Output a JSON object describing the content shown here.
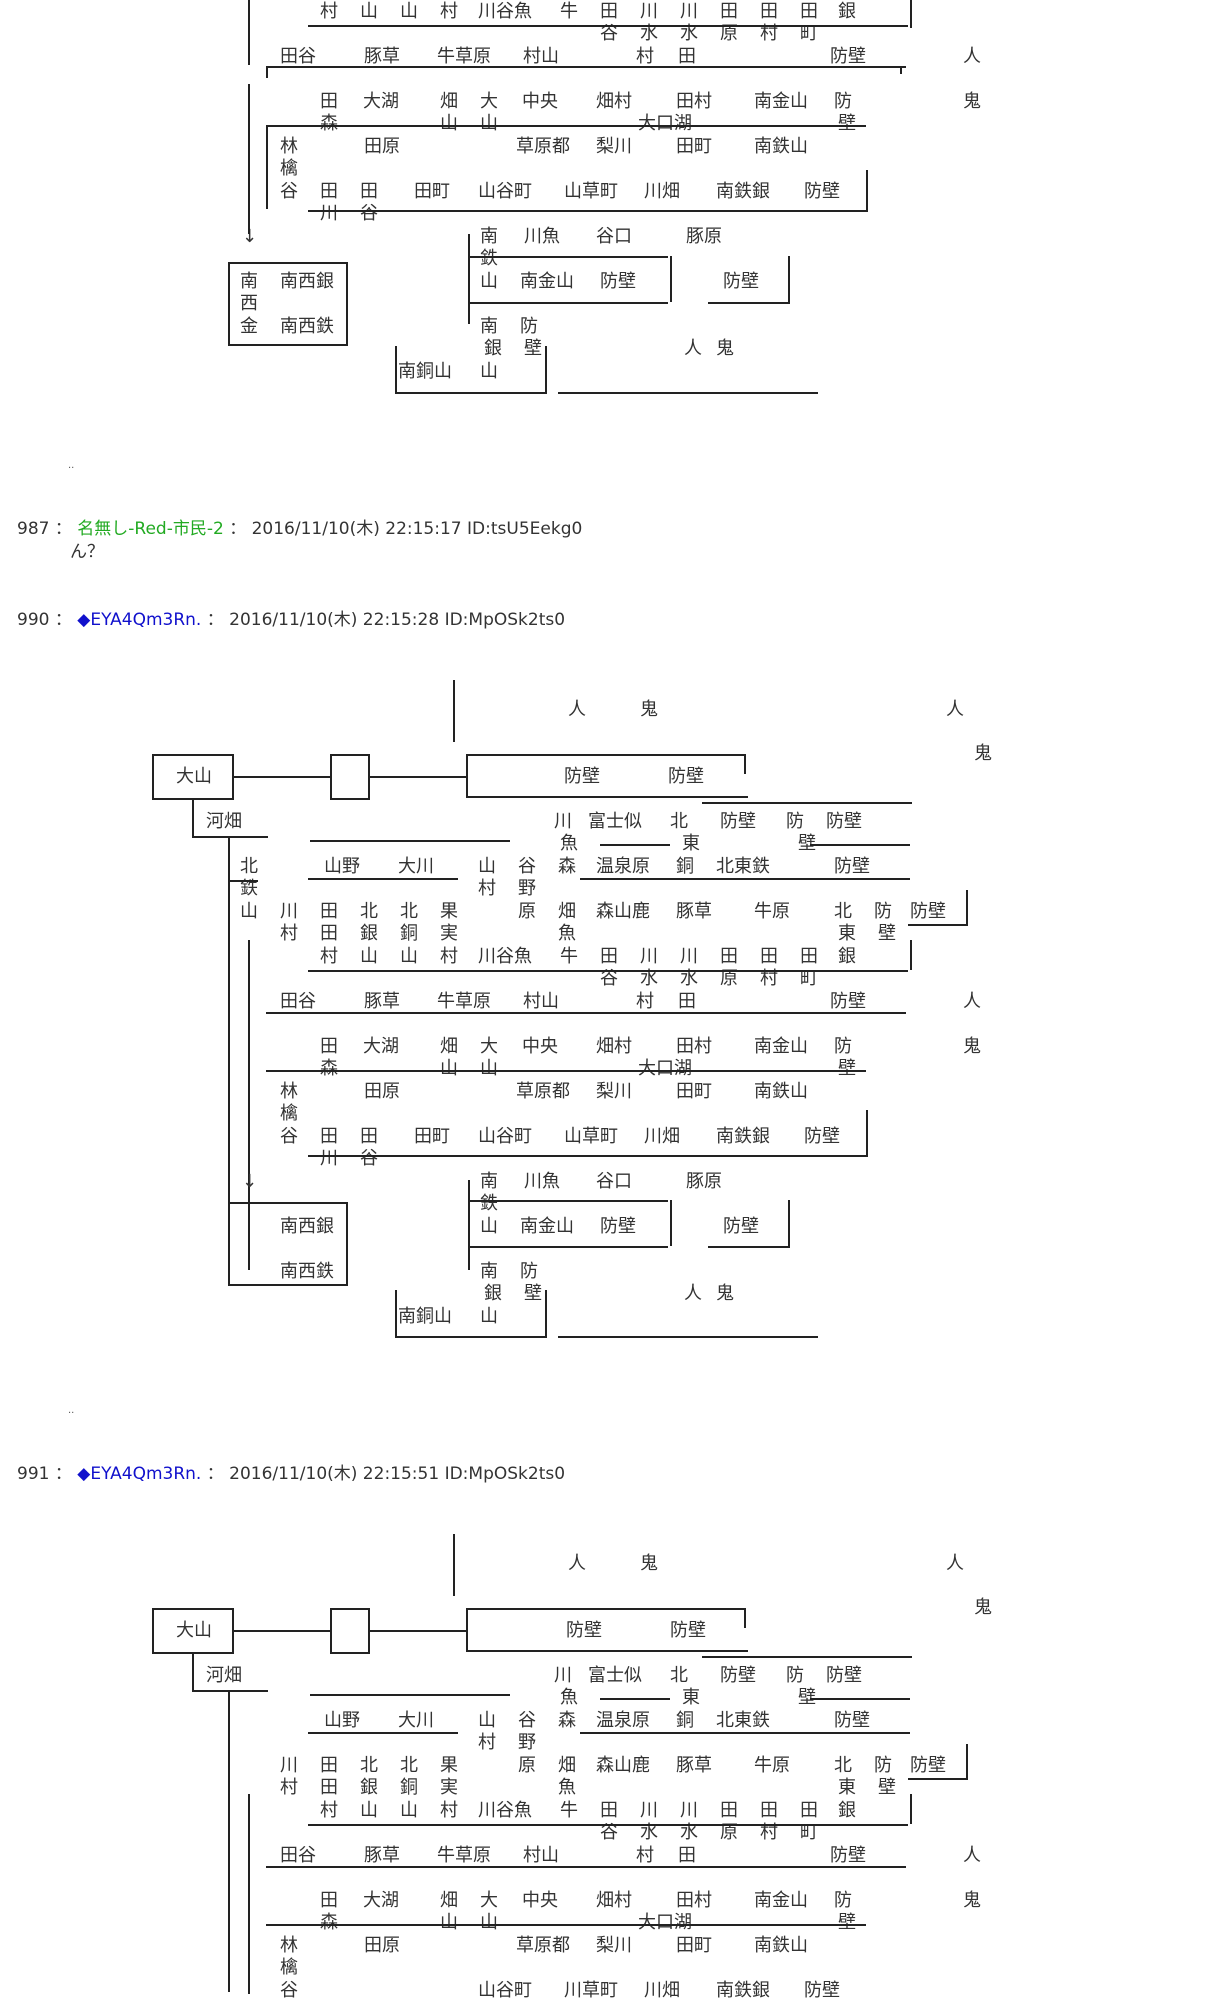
{
  "posts": [
    {
      "number": "987",
      "separator": "：",
      "name": "名無し-Red-市民-2",
      "name_color": "#22aa22",
      "colon": "：",
      "datetime": "2016/11/10(木) 22:15:17",
      "id": "ID:tsU5Eekg0",
      "body": "ん？"
    },
    {
      "number": "990",
      "separator": "：",
      "name": "◆EYA4Qm3Rn.",
      "name_color": "#1010cc",
      "colon": "：",
      "datetime": "2016/11/10(木) 22:15:28",
      "id": "ID:MpOSk2ts0",
      "body": ""
    },
    {
      "number": "991",
      "separator": "：",
      "name": "◆EYA4Qm3Rn.",
      "name_color": "#1010cc",
      "colon": "：",
      "datetime": "2016/11/10(木) 22:15:51",
      "id": "ID:MpOSk2ts0",
      "body": ""
    }
  ],
  "ellipsis": "..",
  "map_top_partial": {
    "labels": [
      "村",
      "山",
      "山",
      "村",
      "川谷魚",
      "牛",
      "田",
      "川",
      "川",
      "田",
      "田",
      "田",
      "銀",
      "谷",
      "水",
      "水",
      "原",
      "村",
      "町",
      "田谷",
      "豚草",
      "牛草原",
      "村山",
      "村",
      "田",
      "防壁",
      "人",
      "田",
      "大湖",
      "畑",
      "大",
      "中央",
      "畑村",
      "田村",
      "南金山",
      "防",
      "鬼",
      "森",
      "山",
      "山",
      "大口湖",
      "壁",
      "林",
      "田原",
      "草原都",
      "梨川",
      "田町",
      "南鉄山",
      "檎",
      "谷",
      "田",
      "田",
      "田町",
      "山谷町",
      "山草町",
      "川畑",
      "南鉄銀",
      "防壁",
      "川",
      "谷",
      "↓",
      "南",
      "川魚",
      "谷口",
      "豚原",
      "鉄",
      "南",
      "南西銀",
      "山",
      "南金山",
      "防壁",
      "防壁",
      "西",
      "金",
      "南西鉄",
      "南",
      "防",
      "銀",
      "壁",
      "人",
      "鬼",
      "南銅山",
      "山"
    ]
  },
  "map_full": {
    "labels": [
      "人",
      "鬼",
      "人",
      "鬼",
      "大山",
      "防壁",
      "防壁",
      "河畑",
      "川",
      "富士似",
      "北",
      "防壁",
      "防",
      "防壁",
      "魚",
      "東",
      "壁",
      "北",
      "山野",
      "大川",
      "山",
      "谷",
      "森",
      "温泉原",
      "銅",
      "北東鉄",
      "防壁",
      "鉄",
      "村",
      "野",
      "山",
      "川",
      "田",
      "北",
      "北",
      "果",
      "原",
      "畑",
      "森山鹿",
      "豚草",
      "牛原",
      "北",
      "防",
      "防壁",
      "村",
      "田",
      "銀",
      "銅",
      "実",
      "魚",
      "東",
      "壁",
      "村",
      "山",
      "山",
      "村",
      "川谷魚",
      "牛",
      "田",
      "川",
      "川",
      "田",
      "田",
      "田",
      "銀",
      "谷",
      "水",
      "水",
      "原",
      "村",
      "町",
      "田谷",
      "豚草",
      "牛草原",
      "村山",
      "村",
      "田",
      "防壁",
      "人",
      "田",
      "大湖",
      "畑",
      "大",
      "中央",
      "畑村",
      "田村",
      "南金山",
      "防",
      "鬼",
      "森",
      "山",
      "山",
      "大口湖",
      "壁",
      "林",
      "田原",
      "草原都",
      "梨川",
      "田町",
      "南鉄山",
      "檎",
      "谷",
      "田",
      "田",
      "田町",
      "山谷町",
      "山草町",
      "川畑",
      "南鉄銀",
      "防壁",
      "川",
      "谷",
      "↓",
      "南",
      "川魚",
      "谷口",
      "豚原",
      "鉄",
      "南西銀",
      "山",
      "南金山",
      "防壁",
      "防壁",
      "南西鉄",
      "南",
      "防",
      "銀",
      "壁",
      "人",
      "鬼",
      "南銅山",
      "山"
    ]
  },
  "map_bottom_partial": {
    "labels": [
      "人",
      "鬼",
      "人",
      "鬼",
      "大山",
      "防壁",
      "防壁",
      "河畑",
      "川",
      "富士似",
      "北",
      "防壁",
      "防",
      "防壁",
      "魚",
      "東",
      "壁",
      "山野",
      "大川",
      "山",
      "谷",
      "森",
      "温泉原",
      "銅",
      "北東鉄",
      "防壁",
      "村",
      "野",
      "川",
      "田",
      "北",
      "北",
      "果",
      "原",
      "畑",
      "森山鹿",
      "豚草",
      "牛原",
      "北",
      "防",
      "防壁",
      "村",
      "田",
      "銀",
      "銅",
      "実",
      "魚",
      "東",
      "壁",
      "村",
      "山",
      "山",
      "村",
      "川谷魚",
      "牛",
      "田",
      "川",
      "川",
      "田",
      "田",
      "田",
      "銀",
      "谷",
      "水",
      "水",
      "原",
      "村",
      "町",
      "田谷",
      "豚草",
      "牛草原",
      "村山",
      "村",
      "田",
      "防壁",
      "人",
      "田",
      "大湖",
      "畑",
      "大",
      "中央",
      "畑村",
      "田村",
      "南金山",
      "防",
      "鬼",
      "森",
      "山",
      "山",
      "大口湖",
      "壁",
      "林",
      "田原",
      "草原都",
      "梨川",
      "田町",
      "南鉄山",
      "檎",
      "谷",
      "山谷町",
      "川草町",
      "川畑",
      "南鉄銀",
      "防壁"
    ]
  }
}
